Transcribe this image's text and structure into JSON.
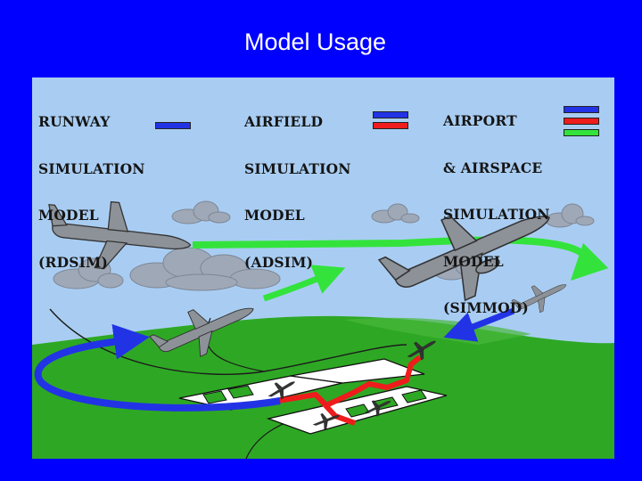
{
  "slide": {
    "title": "Model Usage"
  },
  "legend": {
    "runway": {
      "lines": [
        "RUNWAY",
        "SIMULATION",
        "MODEL",
        "(RDSIM)"
      ]
    },
    "airfield": {
      "lines": [
        "AIRFIELD",
        "SIMULATION",
        "MODEL",
        "(ADSIM)"
      ]
    },
    "airport": {
      "lines": [
        "AIRPORT",
        "& AIRSPACE",
        "SIMULATION",
        "MODEL",
        "(SIMMOD)"
      ]
    }
  },
  "colors": {
    "background": "#0000ff",
    "sky": "#a9cdf2",
    "ground": "#2ea824",
    "ground_far": "#49b83c",
    "runway_path": "#2233e6",
    "airfield_path": "#ee1c1c",
    "airport_path": "#33e33c",
    "cloud": "#9fa8b6",
    "aircraft": "#8d9299"
  }
}
